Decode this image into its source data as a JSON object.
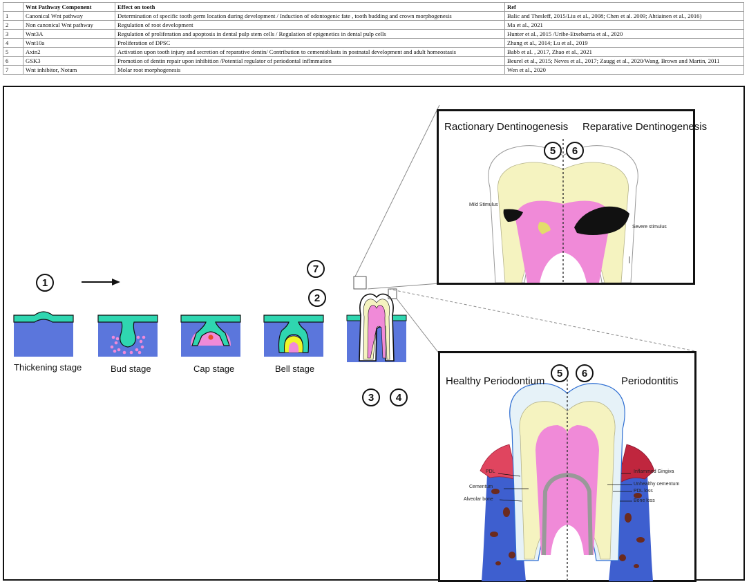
{
  "table": {
    "headers": [
      "",
      "Wnt Pathway Component",
      "Effect on tooth",
      "Ref"
    ],
    "rows": [
      {
        "num": "1",
        "component": "Canonical Wnt pathway",
        "effect": "Determination of specific tooth germ location during development / Induction of odontogenic fate , tooth budding and crown morphogenesis",
        "ref": "Balic and Thesleff, 2015/Liu et al., 2008; Chen et al. 2009;  Ahtiainen et al., 2016)"
      },
      {
        "num": "2",
        "component": "Non canonical Wnt pathway",
        "effect": "Regulation of root development",
        "ref": "Ma et al., 2021"
      },
      {
        "num": "3",
        "component": "Wnt3A",
        "effect": "Regulation of proliferation and apoptosis in dental pulp stem cells / Regulation of epigenetics in dental pulp cells",
        "ref": "Hunter et al., 2015  /Uribe-Etxebarria et al., 2020"
      },
      {
        "num": "4",
        "component": "Wnt10a",
        "effect": "Proliferation of DPSC",
        "ref": "Zhang et al., 2014; Lu et al., 2019"
      },
      {
        "num": "5",
        "component": "Axin2",
        "effect": "Activation upon tooth injury and secretion of reparative dentin/ Contribution to cementoblasts in postnatal development and adult homeostasis",
        "ref": "Babb et al. , 2017, Zhao et al., 2021"
      },
      {
        "num": "6",
        "component": "GSK3",
        "effect": "Promotion of dentin repair upon  inhibition /Potential regulator of periodontal inflmmation",
        "ref": "Beurel  et al., 2015; Neves et al., 2017; Zaugg et al., 2020/Wang, Brown and Martin, 2011"
      },
      {
        "num": "7",
        "component": "Wnt inhibitor, Notum",
        "effect": "Molar root morphogenesis",
        "ref": "Wen et al., 2020"
      }
    ]
  },
  "figure": {
    "stages": [
      "Thickening stage",
      "Bud stage",
      "Cap stage",
      "Bell stage"
    ],
    "markers": {
      "m1": "1",
      "m7": "7",
      "m2": "2",
      "m3": "3",
      "m4": "4"
    },
    "dentin_inset": {
      "left_title": "Ractionary Dentinogenesis",
      "right_title": "Reparative Dentinogenesis",
      "num_left": "5",
      "num_right": "6",
      "mild": "Mild Stimulus",
      "severe": "Severe stimulus"
    },
    "perio_inset": {
      "left_title": "Healthy Periodontium",
      "right_title": "Periodontitis",
      "num_left": "5",
      "num_right": "6",
      "labels_left": [
        "PDL",
        "Cementum",
        "Alveolar bone"
      ],
      "labels_right": [
        "Inflammed Gingiva",
        "Unhealthy cementum",
        "PDL loss",
        "Bone loss"
      ]
    },
    "colors": {
      "epithelium": "#2fd6b0",
      "mesenchyme": "#5b76dc",
      "pulp": "#f08ad8",
      "dentin": "#f5f3c0",
      "enamel": "#e6f2f8",
      "caries": "#111111",
      "gingiva": "#e0455f",
      "bone": "#3e5fcf"
    }
  }
}
